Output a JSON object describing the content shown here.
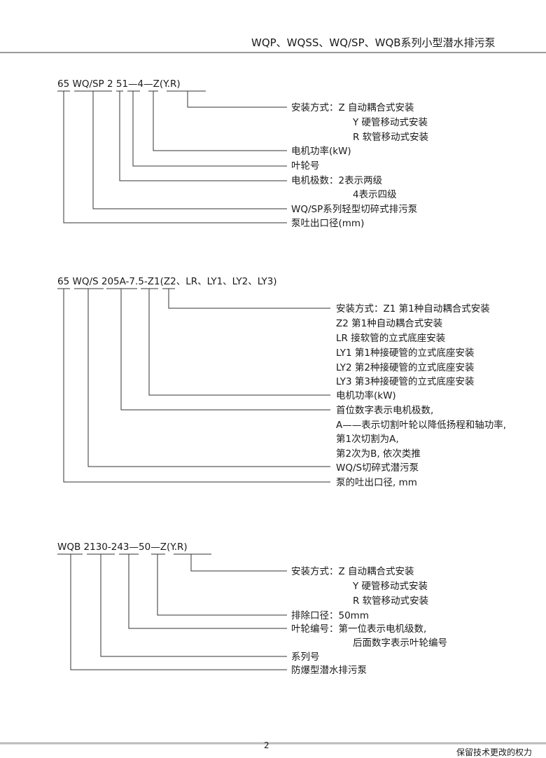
{
  "header": {
    "title": "WQP、WQSS、WQ/SP、WQB系列小型潜水排污泵"
  },
  "section1": {
    "code": "65 WQ/SP 2 51—4—Z(Y.R)",
    "items": [
      "安装方式：Z 自动耦合式安装",
      "Y 硬管移动式安装",
      "R 软管移动式安装",
      "电机功率(kW)",
      "叶轮号",
      "电机极数：2表示两级",
      "4表示四级",
      "WQ/SP系列轻型切碎式排污泵",
      "泵吐出口径(mm)"
    ]
  },
  "section2": {
    "code": "65 WQ/S 205A-7.5-Z1(Z2、LR、LY1、LY2、LY3)",
    "items": [
      "安装方式：Z1 第1种自动耦合式安装",
      "Z2 第1种自动耦合式安装",
      "LR 接软管的立式底座安装",
      "LY1 第1种接硬管的立式底座安装",
      "LY2 第2种接硬管的立式底座安装",
      "LY3 第3种接硬管的立式底座安装",
      "电机功率(kW)",
      "首位数字表示电机极数,",
      "A——表示切割叶轮以降低扬程和轴功率,",
      "第1次切割为A,",
      "第2次为B, 依次类推",
      "WQ/S切碎式潜污泵",
      "泵的吐出口径, mm"
    ]
  },
  "section3": {
    "code": "WQB 2130-243—50—Z(Y.R)",
    "items": [
      "安装方式：Z 自动耦合式安装",
      "Y 硬管移动式安装",
      "R 软管移动式安装",
      "排除口径：50mm",
      "叶轮编号：第一位表示电机级数,",
      "后面数字表示叶轮编号",
      "系列号",
      "防爆型潜水排污泵"
    ]
  },
  "footer": {
    "page_number": "2",
    "note": "保留技术更改的权力"
  }
}
